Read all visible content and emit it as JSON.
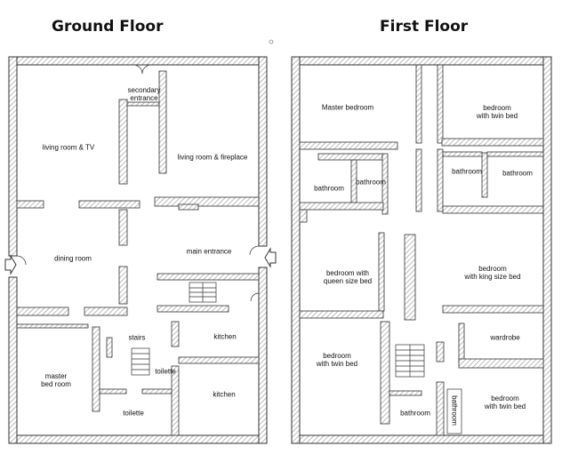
{
  "titles": {
    "ground": "Ground Floor",
    "first": "First Floor"
  },
  "ground_floor": {
    "rooms": {
      "secondary_entrance": "secondary\nentrance",
      "living_room_tv": "living room & TV",
      "living_room_fireplace": "living room & fireplace",
      "dining_room": "dining room",
      "main_entrance": "main entrance",
      "stairs": "stairs",
      "kitchen_1": "kitchen",
      "master_bed_room": "master\nbed room",
      "toilette_1": "toilette",
      "toilette_2": "toilette",
      "kitchen_2": "kitchen"
    }
  },
  "first_floor": {
    "rooms": {
      "master_bedroom": "Master bedroom",
      "bedroom_twin_1": "bedroom\nwith twin bed",
      "bathroom_1": "bathroom",
      "bathroom_2": "bathroom",
      "bathroom_3": "bathroom",
      "bathroom_4": "bathroom",
      "bedroom_queen": "bedroom with\nqueen size bed",
      "bedroom_king": "bedroom\nwith king size bed",
      "bedroom_twin_2": "bedroom\nwith twin bed",
      "wardrobe": "wardrobe",
      "bathroom_5": "bathroom",
      "bathroom_6": "bathroom",
      "bedroom_twin_3": "bedroom\nwith twin bed"
    }
  },
  "colors": {
    "wall_line": "#333333",
    "hatch": "#9a9a9a",
    "background": "#ffffff"
  }
}
